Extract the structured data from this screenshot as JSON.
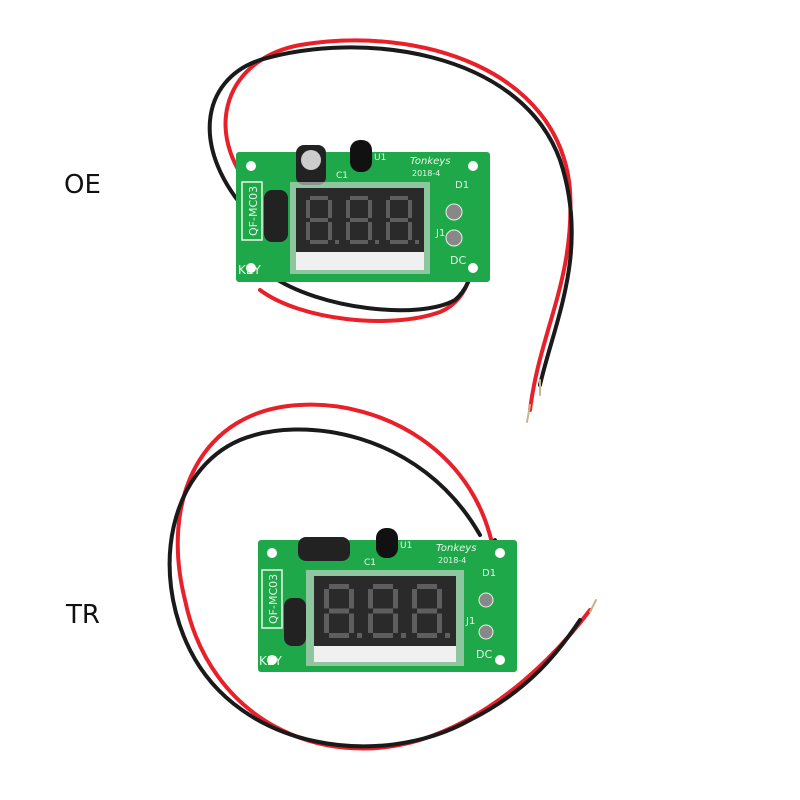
{
  "variants": [
    {
      "label": "OE",
      "board": {
        "model": "QF-MC03",
        "brand": "Tonkeys",
        "date": "2018-4",
        "key": "KEY",
        "u1": "U1",
        "c1": "C1",
        "d1": "D1",
        "j1": "J1",
        "dc": "DC"
      }
    },
    {
      "label": "TR",
      "board": {
        "model": "QF-MC03",
        "brand": "Tonkeys",
        "date": "2018-4",
        "key": "KEY",
        "u1": "U1",
        "c1": "C1",
        "d1": "D1",
        "j1": "J1",
        "dc": "DC"
      }
    }
  ],
  "colors": {
    "pcb": "#1fa84a",
    "wire_red": "#e8202a",
    "wire_black": "#1a1a1a",
    "display": "#2a2a2a"
  }
}
